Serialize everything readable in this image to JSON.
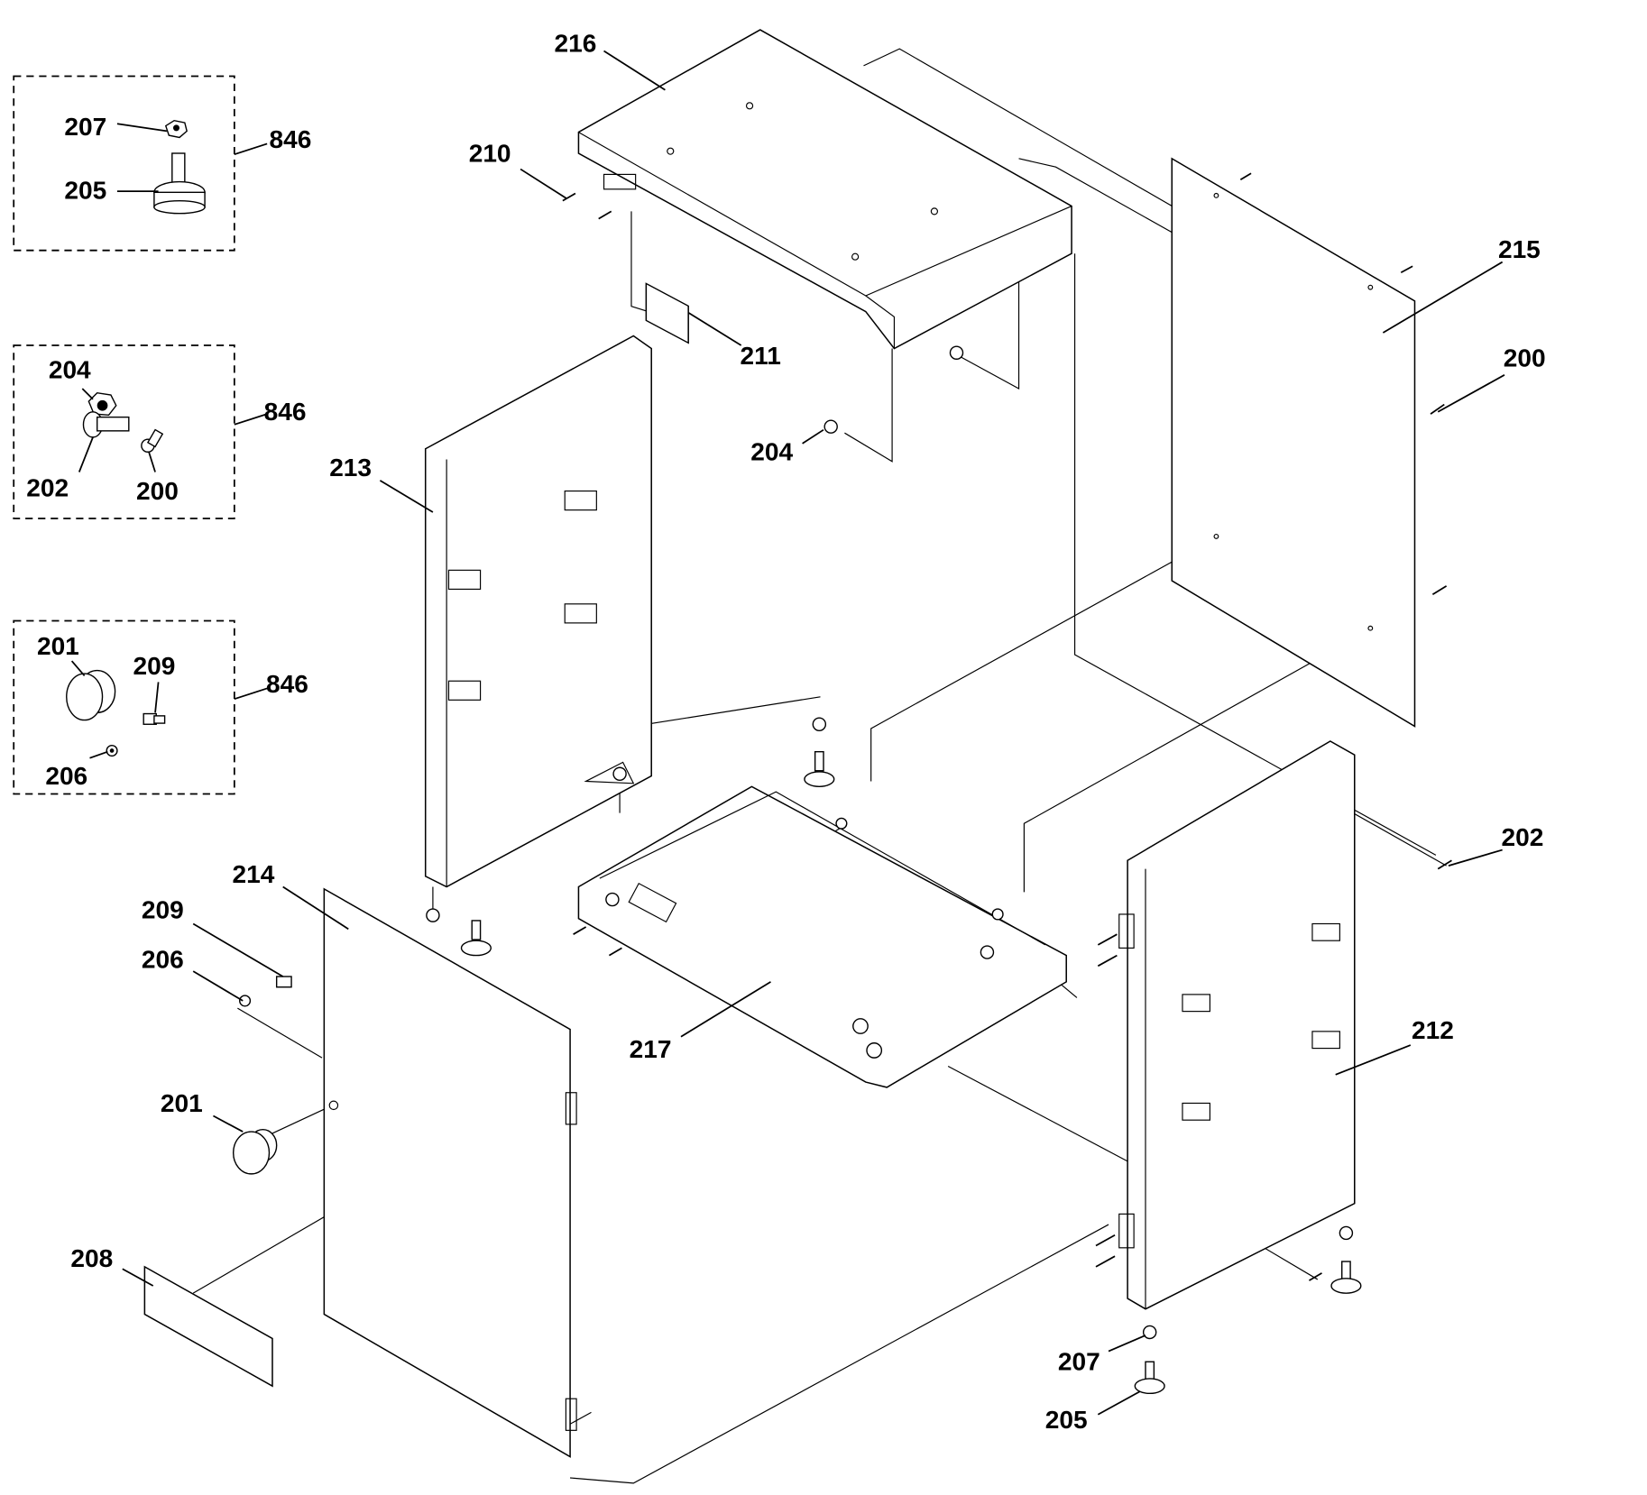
{
  "diagram": {
    "kit_boxes": [
      {
        "kit": "846",
        "parts": [
          "207",
          "205"
        ]
      },
      {
        "kit": "846",
        "parts": [
          "204",
          "202",
          "200"
        ]
      },
      {
        "kit": "846",
        "parts": [
          "201",
          "209",
          "206"
        ]
      }
    ],
    "callouts": {
      "p216": "216",
      "p210": "210",
      "p211": "211",
      "p213": "213",
      "p204": "204",
      "p215": "215",
      "p200": "200",
      "p202": "202",
      "p214": "214",
      "p209": "209",
      "p206": "206",
      "p217": "217",
      "p212": "212",
      "p201": "201",
      "p208": "208",
      "p207": "207",
      "p205": "205"
    }
  }
}
